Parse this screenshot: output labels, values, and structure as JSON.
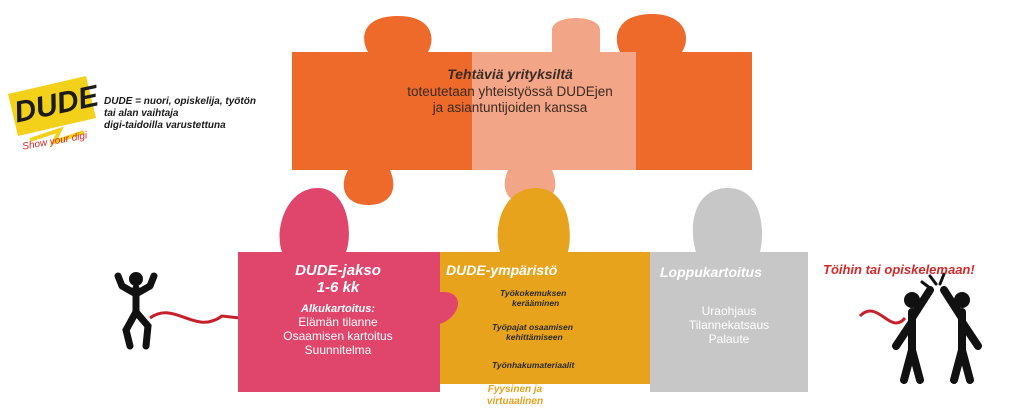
{
  "colors": {
    "top_puzzle": "#ee6a2b",
    "top_puzzle_light": "#f2a587",
    "pink": "#e0456b",
    "yellow": "#e8a31c",
    "gray": "#c7c7c7",
    "red_line": "#c6202a",
    "goal_text": "#d42a2a",
    "logo_yellow": "#f3d01a"
  },
  "logo": {
    "brand": "DUDE",
    "tagline": "Show your digi",
    "definition": [
      "DUDE = nuori, opiskelija, työtön",
      "tai alan vaihtaja",
      "digi-taidoilla varustettuna"
    ]
  },
  "top_piece": {
    "title": "Tehtäviä yrityksiltä",
    "lines": [
      "toteutetaan yhteistyössä DUDEjen",
      "ja asiantuntijoiden kanssa"
    ]
  },
  "pink_piece": {
    "title_lines": [
      "DUDE-jakso",
      "1-6 kk"
    ],
    "subtitle": "Alkukartoitus:",
    "lines": [
      "Elämän tilanne",
      "Osaamisen kartoitus",
      "Suunnitelma"
    ]
  },
  "yellow_piece": {
    "title": "DUDE-ympäristö",
    "items": [
      [
        "Työkokemuksen",
        "kerääminen"
      ],
      [
        "Työpajat osaamisen",
        "kehittämiseen"
      ],
      [
        "Työnhakumateriaalit"
      ]
    ],
    "caption": [
      "Fyysinen ja",
      "virtuaalinen"
    ]
  },
  "gray_piece": {
    "title": "Loppukartoitus",
    "lines": [
      "Uraohjaus",
      "Tilannekatsaus",
      "Palaute"
    ]
  },
  "goal": "Töihin tai opiskelemaan!",
  "icons": {
    "start": "stick-figure-icon",
    "end": "high-five-icon"
  }
}
